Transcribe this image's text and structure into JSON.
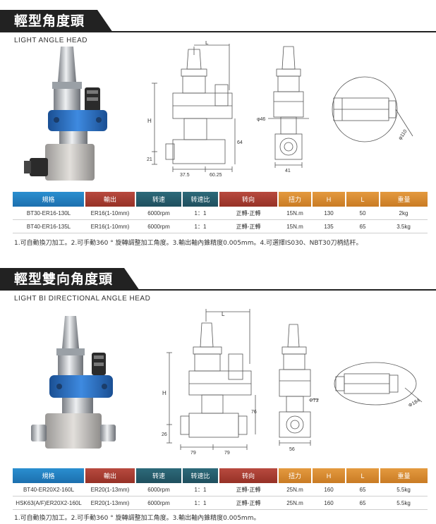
{
  "section1": {
    "title": "輕型角度頭",
    "subtitle": "LIGHT ANGLE HEAD",
    "dims": {
      "L": "L",
      "H": "H",
      "d21": "21",
      "d64": "64",
      "d37_5": "37.5",
      "d60_25": "60.25",
      "phi46": "φ46",
      "d41": "41",
      "phi110": "φ110"
    },
    "table": {
      "headers": [
        "規格",
        "輸出",
        "转速",
        "转速比",
        "转向",
        "扭力",
        "H",
        "L",
        "重量"
      ],
      "rows": [
        [
          "BT30-ER16-130L",
          "ER16(1-10mm)",
          "6000rpm",
          "1：1",
          "正轉-正轉",
          "15N.m",
          "130",
          "50",
          "2kg"
        ],
        [
          "BT40-ER16-135L",
          "ER16(1-10mm)",
          "6000rpm",
          "1：1",
          "正轉-正轉",
          "15N.m",
          "135",
          "65",
          "3.5kg"
        ]
      ]
    },
    "note": "1.可自動換刀加工。2.可手動360 ° 旋轉調整加工角度。3.輸出軸內錐精度0.005mm。4.可選擇IS030、NBT30刀柄結杆。"
  },
  "section2": {
    "title": "輕型雙向角度頭",
    "subtitle": "LIGHT BI DIRECTIONAL ANGLE HEAD",
    "dims": {
      "L": "L",
      "H": "H",
      "d26": "26",
      "d76": "76",
      "d79a": "79",
      "d79b": "79",
      "phi73": "Φ73",
      "d56": "56",
      "phi184": "Φ184"
    },
    "table": {
      "headers": [
        "規格",
        "輸出",
        "转速",
        "转速比",
        "转向",
        "扭力",
        "H",
        "L",
        "重量"
      ],
      "rows": [
        [
          "BT40-ER20X2-160L",
          "ER20(1-13mm)",
          "6000rpm",
          "1：1",
          "正轉-正轉",
          "25N.m",
          "160",
          "65",
          "5.5kg"
        ],
        [
          "HSK63(A/F)ER20X2-160L",
          "ER20(1-13mm)",
          "6000rpm",
          "1：1",
          "正轉-正轉",
          "25N.m",
          "160",
          "65",
          "5.5kg"
        ]
      ]
    },
    "note": "1.可自動換刀加工。2.可手動360 ° 旋轉調整加工角度。3.輸出軸內錐精度0.005mm。"
  },
  "colors": {
    "header_blue": "#1c7fc4",
    "header_red": "#a33d33",
    "header_teal": "#275d6c",
    "header_orange": "#d98a30",
    "tool_blue": "#2a73c5"
  }
}
